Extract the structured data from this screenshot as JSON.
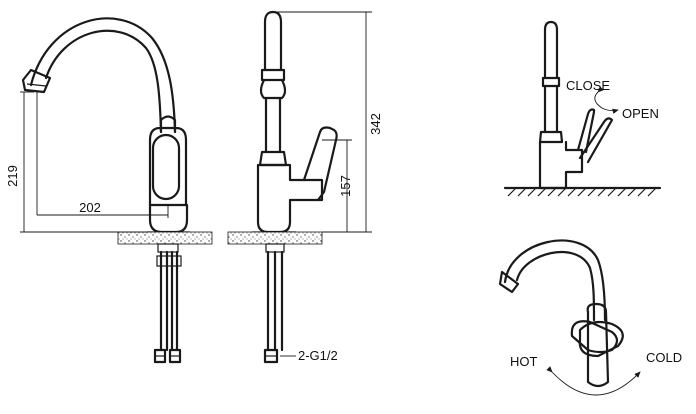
{
  "dimensions": {
    "height_219": "219",
    "reach_202": "202",
    "total_height_342": "342",
    "lever_height_157": "157",
    "inlet_thread": "2-G1/2"
  },
  "operation": {
    "close": "CLOSE",
    "open": "OPEN",
    "hot": "HOT",
    "cold": "COLD"
  }
}
